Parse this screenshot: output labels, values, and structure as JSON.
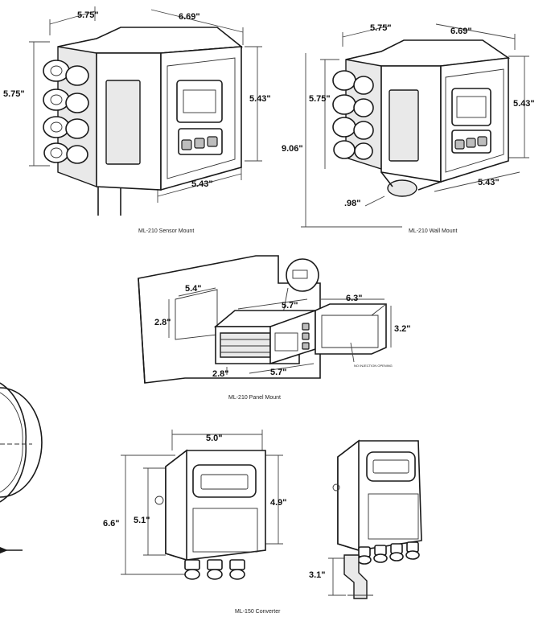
{
  "sensor_mount": {
    "caption": "ML-210 Sensor Mount",
    "dim_top_left": "5.75\"",
    "dim_top_right": "6.69\"",
    "dim_left": "5.75\"",
    "dim_right": "5.43\"",
    "dim_bottom": "5.43\""
  },
  "wall_mount": {
    "caption": "ML-210 Wall Mount",
    "dim_top_left": "5.75\"",
    "dim_top_right": "6.69\"",
    "dim_left_inner": "5.75\"",
    "dim_left_outer": "9.06\"",
    "dim_right": "5.43\"",
    "dim_bottom": "5.43\"",
    "dim_base": ".98\""
  },
  "panel_mount": {
    "caption": "ML-210 Panel Mount",
    "dim_cutout_width": "5.4\"",
    "dim_cutout_height": "2.8\"",
    "dim_depth_top": "5.7\"",
    "dim_front_height": "2.8\"",
    "dim_depth_bottom": "5.7\"",
    "dim_box_width": "6.3\"",
    "dim_box_height": "3.2\"",
    "note": "NO INJECTION OPENING"
  },
  "converter": {
    "caption": "ML-150 Converter",
    "dim_width": "5.0\"",
    "dim_outer_height": "6.6\"",
    "dim_inner_height": "5.1\"",
    "dim_right_height": "4.9\"",
    "dim_bracket": "3.1\""
  }
}
